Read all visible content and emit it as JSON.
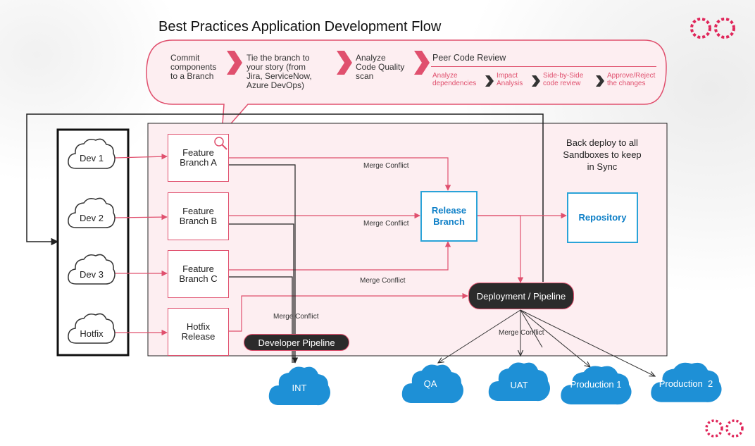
{
  "title": "Best Practices Application Development Flow",
  "steps": {
    "commit": "Commit\ncomponents\nto a Branch",
    "tie": "Tie the branch to\nyour story (from\nJira, ServiceNow,\nAzure DevOps)",
    "analyze": "Analyze\nCode Quality\nscan",
    "peer_review": "Peer Code Review"
  },
  "review_substeps": [
    "Analyze\ndependencies",
    "Impact\nAnalysis",
    "Side-by-Side\ncode review",
    "Approve/Reject\nthe changes"
  ],
  "devs": [
    "Dev 1",
    "Dev 2",
    "Dev 3",
    "Hotfix"
  ],
  "branches": [
    "Feature\nBranch A",
    "Feature\nBranch B",
    "Feature\nBranch C",
    "Hotfix\nRelease"
  ],
  "release_branch": "Release\nBranch",
  "repository": "Repository",
  "back_deploy": "Back deploy to all\nSandboxes to keep\nin Sync",
  "merge_conflict": "Merge Conflict",
  "deployment_pipeline": "Deployment / Pipeline",
  "developer_pipeline": "Developer Pipeline",
  "environments": [
    "INT",
    "QA",
    "UAT",
    "Production 1",
    "Production  2"
  ],
  "colors": {
    "accent": "#e0506e",
    "blue": "#1e90d6",
    "panel": "#fdeef1"
  }
}
